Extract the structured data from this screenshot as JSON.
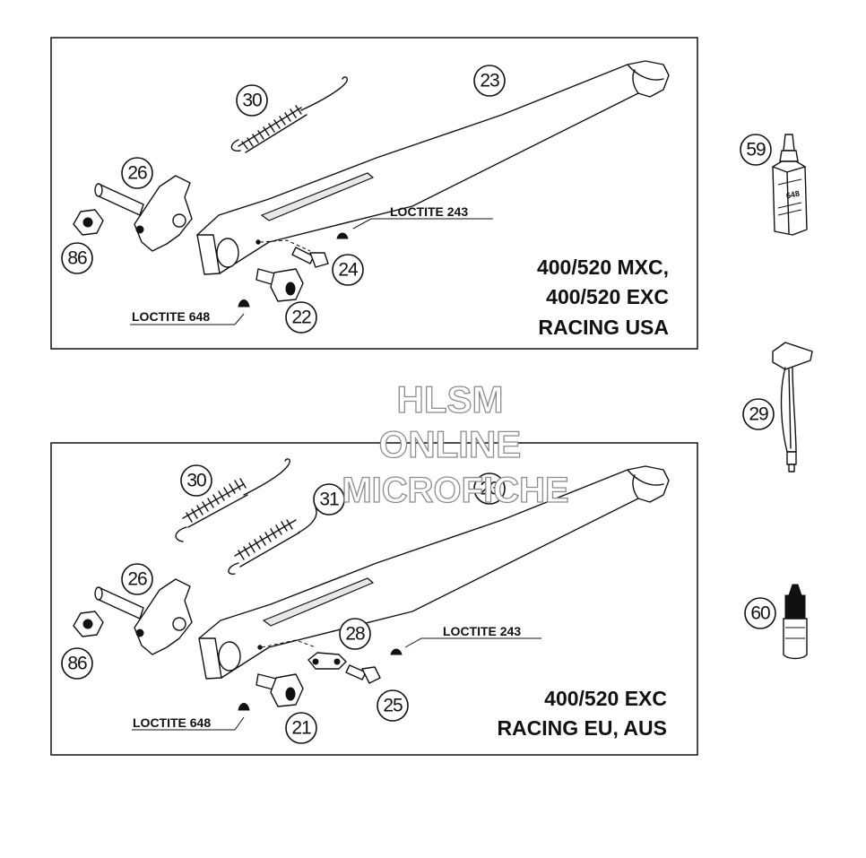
{
  "panels": [
    {
      "model_lines": [
        "400/520 MXC,",
        "400/520 EXC",
        "RACING USA"
      ],
      "loctite_a": "LOCTITE 243",
      "loctite_b": "LOCTITE 648",
      "callouts": [
        "30",
        "23",
        "26",
        "86",
        "24",
        "22"
      ]
    },
    {
      "model_lines": [
        "400/520 EXC",
        "RACING EU, AUS"
      ],
      "loctite_a": "LOCTITE 243",
      "loctite_b": "LOCTITE 648",
      "callouts": [
        "30",
        "31",
        "23",
        "26",
        "86",
        "28",
        "25",
        "21"
      ]
    }
  ],
  "side_parts": [
    "59",
    "29",
    "60"
  ],
  "bottle_label": "648",
  "watermark": [
    "HLSM",
    "ONLINE",
    "MICROFICHE"
  ]
}
